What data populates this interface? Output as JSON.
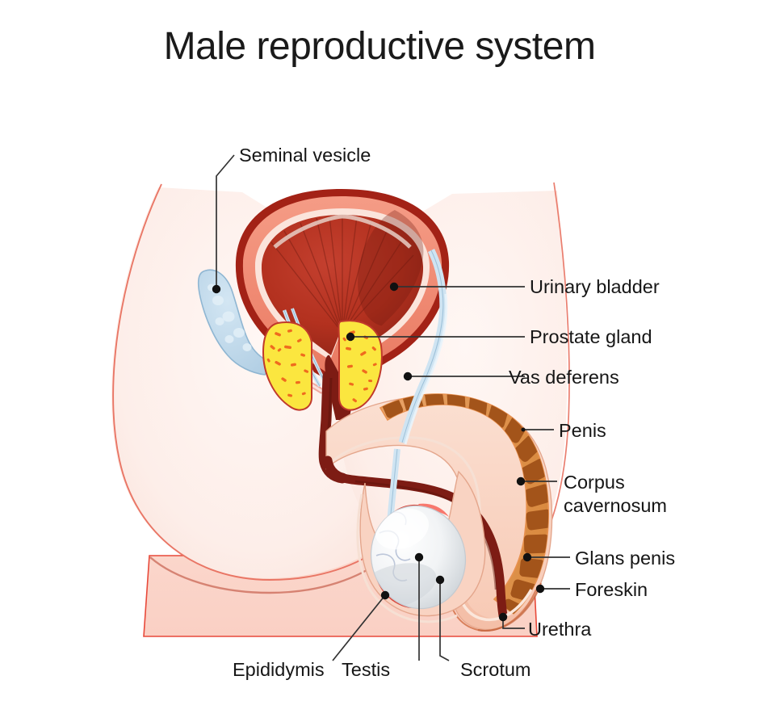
{
  "title": "Male reproductive system",
  "labels": {
    "seminal_vesicle": "Seminal vesicle",
    "urinary_bladder": "Urinary bladder",
    "prostate_gland": "Prostate gland",
    "vas_deferens": "Vas deferens",
    "penis": "Penis",
    "corpus_cavernosum_line1": "Corpus",
    "corpus_cavernosum_line2": "cavernosum",
    "glans_penis": "Glans penis",
    "foreskin": "Foreskin",
    "urethra": "Urethra",
    "epididymis": "Epididymis",
    "testis": "Testis",
    "scrotum": "Scrotum"
  },
  "colors": {
    "background": "#ffffff",
    "title_text": "#1a1a1a",
    "label_text": "#161616",
    "leader_line": "#333333",
    "body_fill": "#fdeee9",
    "body_outline": "#e8705f",
    "thigh_fill": "#fbd6cb",
    "thigh_outline": "#e8493a",
    "bladder_outer_rim": "#a32216",
    "bladder_wall": "#f08a76",
    "bladder_lining": "#fbe2d8",
    "bladder_lumen": "#b83326",
    "bladder_lumen_dark": "#8d2418",
    "seminal_vesicle": "#bcd7ea",
    "seminal_vesicle_outline": "#8fb6d2",
    "prostate": "#fbe63f",
    "prostate_speckle": "#ef6b1e",
    "prostate_outline": "#c0392b",
    "vas_deferens": "#cfe4f2",
    "vas_deferens_outline": "#8fb6d2",
    "urethra_tube": "#7d1c14",
    "penis_shaft": "#f9d3c2",
    "corpus_cavernosum": "#b86a22",
    "corpus_cavernosum_block": "#a3541a",
    "corpus_cavernosum_outline": "#e8914f",
    "glans": "#f7c7b2",
    "epididymis": "#ef5a50",
    "testis": "#eceff1",
    "testis_shadow": "#c9ced3",
    "scrotum": "#f9d3c2"
  },
  "anatomy_parts": [
    {
      "name": "seminal-vesicle",
      "label": "Seminal vesicle"
    },
    {
      "name": "urinary-bladder",
      "label": "Urinary bladder"
    },
    {
      "name": "prostate-gland",
      "label": "Prostate gland"
    },
    {
      "name": "vas-deferens",
      "label": "Vas deferens"
    },
    {
      "name": "penis",
      "label": "Penis"
    },
    {
      "name": "corpus-cavernosum",
      "label": "Corpus cavernosum"
    },
    {
      "name": "glans-penis",
      "label": "Glans penis"
    },
    {
      "name": "foreskin",
      "label": "Foreskin"
    },
    {
      "name": "urethra",
      "label": "Urethra"
    },
    {
      "name": "epididymis",
      "label": "Epididymis"
    },
    {
      "name": "testis",
      "label": "Testis"
    },
    {
      "name": "scrotum",
      "label": "Scrotum"
    }
  ]
}
